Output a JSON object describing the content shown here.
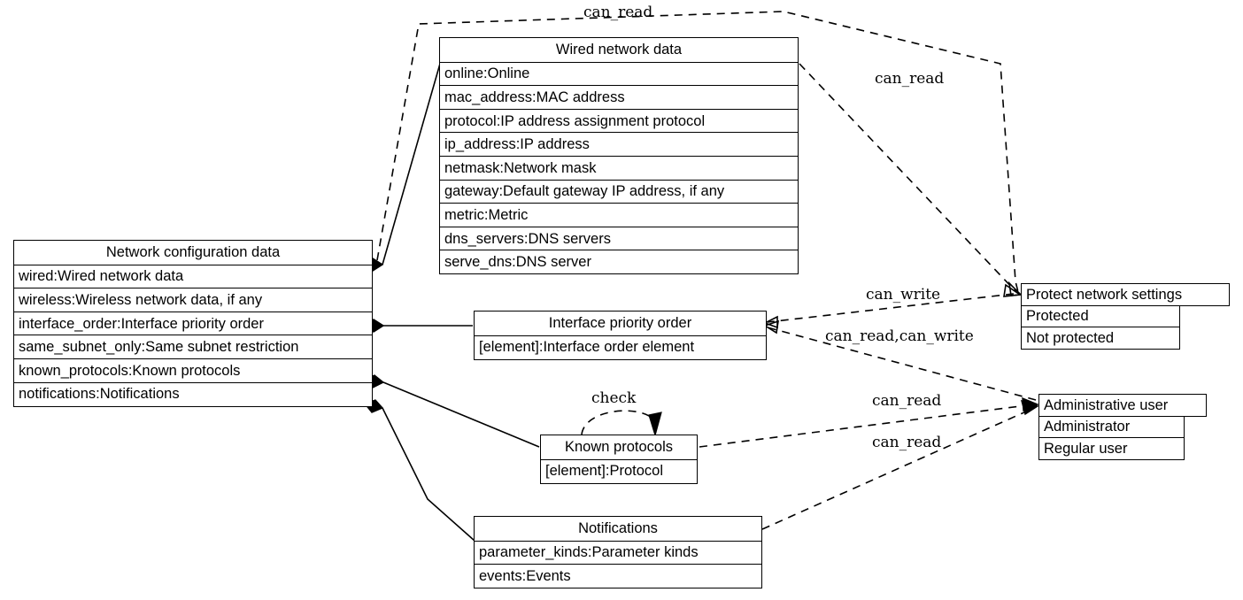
{
  "diagram": {
    "kind": "uml-class-diagram",
    "background": "#ffffff",
    "stroke": "#000000"
  },
  "classes": {
    "network_configuration_data": {
      "title": "Network configuration data",
      "attributes": [
        "wired:Wired network data",
        "wireless:Wireless network data, if any",
        "interface_order:Interface priority order",
        "same_subnet_only:Same subnet restriction",
        "known_protocols:Known protocols",
        "notifications:Notifications"
      ]
    },
    "wired_network_data": {
      "title": "Wired network data",
      "attributes": [
        "online:Online",
        "mac_address:MAC address",
        "protocol:IP address assignment protocol",
        "ip_address:IP address",
        "netmask:Network mask",
        "gateway:Default gateway IP address, if any",
        "metric:Metric",
        "dns_servers:DNS servers",
        "serve_dns:DNS server"
      ]
    },
    "interface_priority_order": {
      "title": "Interface priority order",
      "attributes": [
        "[element]:Interface order element"
      ]
    },
    "known_protocols": {
      "title": "Known protocols",
      "attributes": [
        "[element]:Protocol"
      ]
    },
    "notifications": {
      "title": "Notifications",
      "attributes": [
        "parameter_kinds:Parameter kinds",
        "events:Events"
      ]
    },
    "protect_network_settings": {
      "title": "Protect network settings",
      "attributes": [
        "Protected",
        "Not protected"
      ]
    },
    "administrative_user": {
      "title": "Administrative user",
      "attributes": [
        "Administrator",
        "Regular user"
      ]
    }
  },
  "edge_labels": {
    "can_read_top": "can_read",
    "can_read_upper_right": "can_read",
    "can_write": "can_write",
    "can_read_can_write": "can_read,can_write",
    "can_read_protocols": "can_read",
    "can_read_notifications": "can_read",
    "check": "check"
  }
}
